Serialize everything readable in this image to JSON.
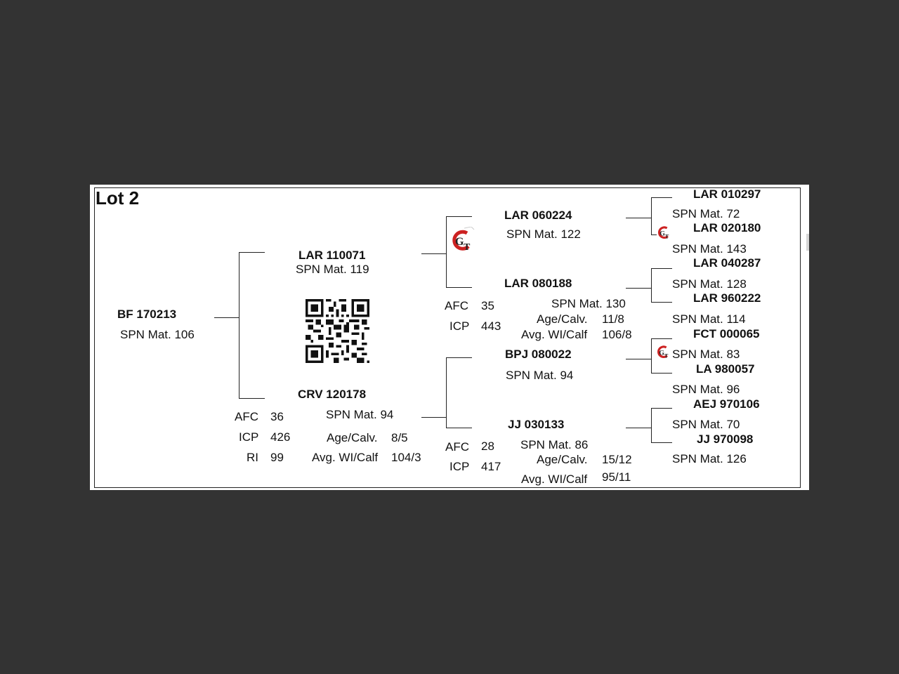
{
  "lot_title": "Lot 2",
  "subject": {
    "id": "BF  170213",
    "mat": "SPN Mat. 106"
  },
  "sire": {
    "id": "LAR 110071",
    "mat": "SPN Mat. 119",
    "sire": {
      "id": "LAR 060224",
      "mat": "SPN Mat. 122",
      "sire": {
        "id": "LAR 010297",
        "mat": "SPN Mat. 72"
      },
      "dam": {
        "id": "LAR 020180",
        "mat": "SPN Mat. 143"
      }
    },
    "dam": {
      "id": "LAR 080188",
      "mat": "SPN Mat. 130",
      "afc_label": "AFC",
      "afc": "35",
      "icp_label": "ICP",
      "icp": "443",
      "agecalv_label": "Age/Calv.",
      "agecalv": "11/8",
      "avgwi_label": "Avg. WI/Calf",
      "avgwi": "106/8",
      "sire": {
        "id": "LAR 040287",
        "mat": "SPN Mat. 128"
      },
      "dam": {
        "id": "LAR 960222",
        "mat": "SPN Mat. 114"
      }
    }
  },
  "dam": {
    "id": "CRV 120178",
    "mat": "SPN Mat. 94",
    "afc_label": "AFC",
    "afc": "36",
    "icp_label": "ICP",
    "icp": "426",
    "ri_label": "RI",
    "ri": "99",
    "agecalv_label": "Age/Calv.",
    "agecalv": "8/5",
    "avgwi_label": "Avg. WI/Calf",
    "avgwi": "104/3",
    "sire": {
      "id": "BPJ 080022",
      "mat": "SPN Mat. 94",
      "sire": {
        "id": "FCT 000065",
        "mat": "SPN Mat. 83"
      },
      "dam": {
        "id": "LA  980057",
        "mat": "SPN Mat. 96"
      }
    },
    "dam": {
      "id": "JJ  030133",
      "mat": "SPN Mat. 86",
      "afc_label": "AFC",
      "afc": "28",
      "icp_label": "ICP",
      "icp": "417",
      "agecalv_label": "Age/Calv.",
      "agecalv": "15/12",
      "avgwi_label": "Avg. WI/Calf",
      "avgwi": "95/11",
      "sire": {
        "id": "AEJ 970106",
        "mat": "SPN Mat. 70"
      },
      "dam": {
        "id": "JJ  970098",
        "mat": "SPN Mat. 126"
      }
    }
  },
  "icons": {
    "gt": "gt-genetics-logo-icon",
    "qr": "qr-code-icon"
  },
  "colors": {
    "background": "#333333",
    "paper": "#ffffff",
    "logo_red": "#cc2222"
  }
}
